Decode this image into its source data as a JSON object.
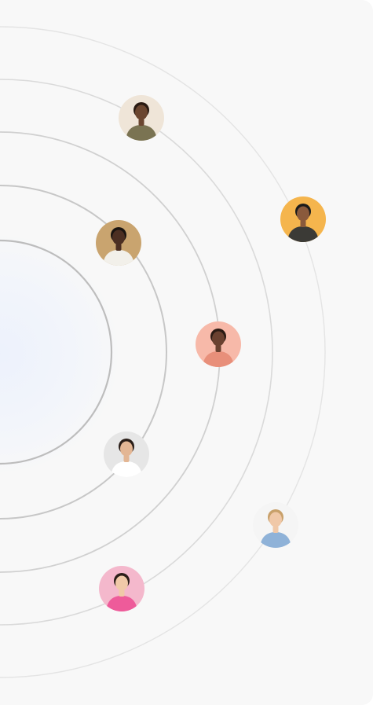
{
  "orbits": [
    {
      "name": "orbit-1",
      "color": "#bdbdbd"
    },
    {
      "name": "orbit-2",
      "color": "#c7c7c7"
    },
    {
      "name": "orbit-3",
      "color": "#d0d0d0"
    },
    {
      "name": "orbit-4",
      "color": "#dadada"
    },
    {
      "name": "orbit-5",
      "color": "#e4e4e4"
    }
  ],
  "avatars": [
    {
      "name": "avatar-man-olive-shirt",
      "bg": "#efe5d8",
      "skin": "#6b4630",
      "hair": "#2a1a12",
      "shirt": "#7a7352"
    },
    {
      "name": "avatar-man-hat-glasses",
      "bg": "#f5b54d",
      "skin": "#8a5a3c",
      "hair": "#1b1b1b",
      "shirt": "#3b3a36"
    },
    {
      "name": "avatar-man-white-shirt",
      "bg": "#c9a46f",
      "skin": "#4c2f22",
      "hair": "#1a1410",
      "shirt": "#f2f0ea"
    },
    {
      "name": "avatar-man-pink-shirt",
      "bg": "#f7b9a9",
      "skin": "#6a4130",
      "hair": "#2b1b14",
      "shirt": "#e88f7a"
    },
    {
      "name": "avatar-woman-white-top",
      "bg": "#e6e6e6",
      "skin": "#e3b694",
      "hair": "#2a1e18",
      "shirt": "#ffffff"
    },
    {
      "name": "avatar-woman-denim-jacket",
      "bg": "#f5f5f5",
      "skin": "#f0c8a8",
      "hair": "#c8a06a",
      "shirt": "#8fb2d8"
    },
    {
      "name": "avatar-woman-pink-jacket",
      "bg": "#f4b8cc",
      "skin": "#f0c9a8",
      "hair": "#2b1e19",
      "shirt": "#ee5b9a"
    }
  ]
}
